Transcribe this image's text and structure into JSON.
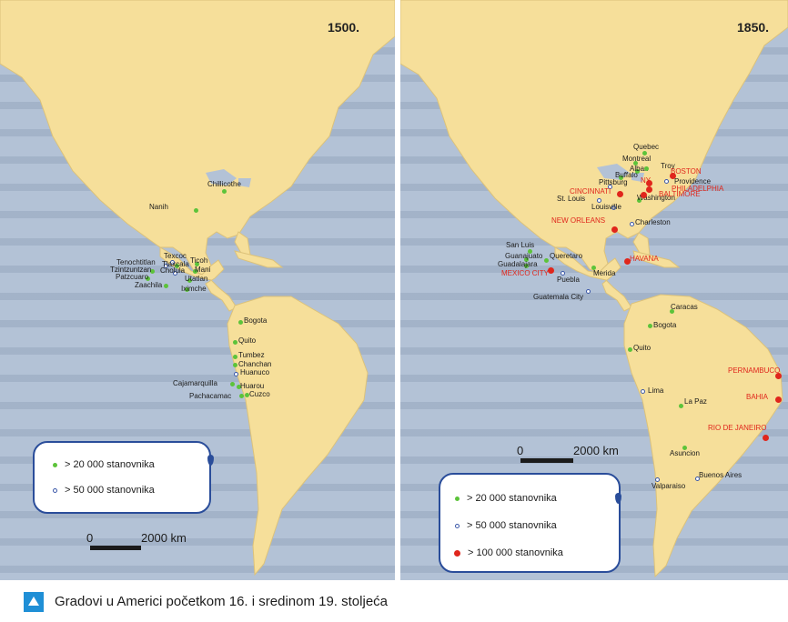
{
  "map_left": {
    "year": "1500.",
    "cities": [
      {
        "name": "Chillicothe",
        "type": "green"
      },
      {
        "name": "Nanih",
        "type": "green"
      },
      {
        "name": "Texcoc",
        "type": "blue"
      },
      {
        "name": "Tenochtitlan",
        "type": "blue"
      },
      {
        "name": "Tlaxcala",
        "type": "green"
      },
      {
        "name": "Ticoh",
        "type": "green"
      },
      {
        "name": "Tzintzuntzan",
        "type": "green"
      },
      {
        "name": "Cholula",
        "type": "blue"
      },
      {
        "name": "Mani",
        "type": "green"
      },
      {
        "name": "Patzcuaro",
        "type": "green"
      },
      {
        "name": "Utatlan",
        "type": "green"
      },
      {
        "name": "Zaachila",
        "type": "green"
      },
      {
        "name": "Iximche",
        "type": "green"
      },
      {
        "name": "Bogota",
        "type": "green"
      },
      {
        "name": "Quito",
        "type": "green"
      },
      {
        "name": "Tumbez",
        "type": "green"
      },
      {
        "name": "Chanchan",
        "type": "green"
      },
      {
        "name": "Huanuco",
        "type": "blue"
      },
      {
        "name": "Cajamarquilla",
        "type": "green"
      },
      {
        "name": "Huarou",
        "type": "green"
      },
      {
        "name": "Pachacamac",
        "type": "green"
      },
      {
        "name": "Cuzco",
        "type": "green"
      }
    ],
    "legend": [
      {
        "type": "green",
        "label": "> 20 000 stanovnika"
      },
      {
        "type": "blue",
        "label": "> 50 000 stanovnika"
      }
    ],
    "scale": {
      "start": "0",
      "end": "2000 km"
    }
  },
  "map_right": {
    "year": "1850.",
    "cities": [
      {
        "name": "Quebec",
        "type": "green"
      },
      {
        "name": "Montreal",
        "type": "green"
      },
      {
        "name": "Alban",
        "type": "green"
      },
      {
        "name": "Troy",
        "type": "green"
      },
      {
        "name": "BOSTON",
        "type": "red"
      },
      {
        "name": "Buffalo",
        "type": "green"
      },
      {
        "name": "Providence",
        "type": "blue"
      },
      {
        "name": "Pittsburg",
        "type": "blue"
      },
      {
        "name": "NY",
        "type": "red"
      },
      {
        "name": "PHILADELPHIA",
        "type": "red"
      },
      {
        "name": "Washington",
        "type": "green"
      },
      {
        "name": "BALTIMORE",
        "type": "red"
      },
      {
        "name": "CINCINNATI",
        "type": "red"
      },
      {
        "name": "St. Louis",
        "type": "blue"
      },
      {
        "name": "Louisville",
        "type": "blue"
      },
      {
        "name": "Charleston",
        "type": "blue"
      },
      {
        "name": "NEW ORLEANS",
        "type": "red"
      },
      {
        "name": "San Luis",
        "type": "green"
      },
      {
        "name": "Guanajuato",
        "type": "green"
      },
      {
        "name": "Queretaro",
        "type": "green"
      },
      {
        "name": "Guadalajara",
        "type": "green"
      },
      {
        "name": "HAVANA",
        "type": "red"
      },
      {
        "name": "MEXICO CITY",
        "type": "red"
      },
      {
        "name": "Puebla",
        "type": "blue"
      },
      {
        "name": "Merida",
        "type": "green"
      },
      {
        "name": "Guatemala City",
        "type": "blue"
      },
      {
        "name": "Caracas",
        "type": "green"
      },
      {
        "name": "Bogota",
        "type": "green"
      },
      {
        "name": "Quito",
        "type": "green"
      },
      {
        "name": "PERNAMBUCO",
        "type": "red"
      },
      {
        "name": "BAHIA",
        "type": "red"
      },
      {
        "name": "Lima",
        "type": "blue"
      },
      {
        "name": "La Paz",
        "type": "green"
      },
      {
        "name": "RIO DE JANEIRO",
        "type": "red"
      },
      {
        "name": "Asuncion",
        "type": "green"
      },
      {
        "name": "Buenos Aires",
        "type": "blue"
      },
      {
        "name": "Valparaiso",
        "type": "blue"
      }
    ],
    "legend": [
      {
        "type": "green",
        "label": "> 20 000 stanovnika"
      },
      {
        "type": "blue",
        "label": "> 50 000 stanovnika"
      },
      {
        "type": "red",
        "label": "> 100 000 stanovnika"
      }
    ],
    "scale": {
      "start": "0",
      "end": "2000 km"
    }
  },
  "caption": {
    "icon": "triangle-up-icon",
    "text": "Gradovi u Americi početkom 16. i sredinom 19. stoljeća"
  },
  "colors": {
    "land": "#f6df9a",
    "sea": "#b3c2d6",
    "green_city": "#5cc33a",
    "blue_city": "#3a57a8",
    "red_city": "#e0261c",
    "legend_border": "#2a4d9a",
    "caption_icon": "#1f8fd6"
  }
}
